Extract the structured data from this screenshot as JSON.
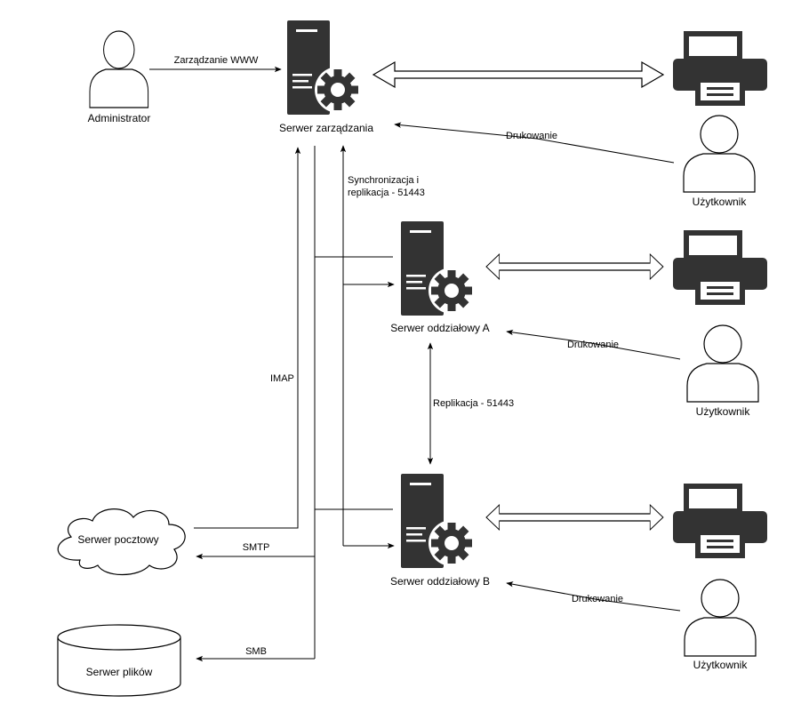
{
  "nodes": {
    "administrator": "Administrator",
    "management_server": "Serwer zarządzania",
    "branch_a": "Serwer oddziałowy A",
    "branch_b": "Serwer oddziałowy B",
    "mail_server": "Serwer pocztowy",
    "file_server": "Serwer plików",
    "user_1": "Użytkownik",
    "user_2": "Użytkownik",
    "user_3": "Użytkownik"
  },
  "edges": {
    "www": "Zarządzanie WWW",
    "print_1": "Drukowanie",
    "print_2": "Drukowanie",
    "print_3": "Drukowanie",
    "sync_line1": "Synchronizacja i",
    "sync_line2": "replikacja - 51443",
    "replication": "Replikacja - 51443",
    "imap": "IMAP",
    "smtp": "SMTP",
    "smb": "SMB"
  },
  "colors": {
    "device": "#333333",
    "line": "#000000",
    "background": "#ffffff"
  },
  "icons": [
    "person-icon",
    "server-icon",
    "gear-icon",
    "printer-icon",
    "cloud-icon",
    "database-icon"
  ]
}
